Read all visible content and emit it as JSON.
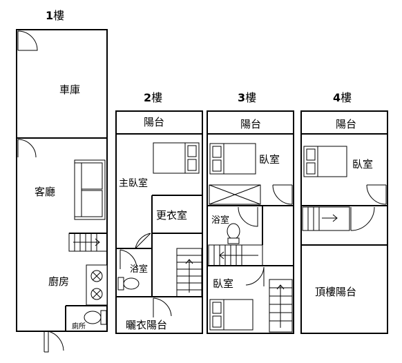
{
  "floors": [
    {
      "number": "1",
      "suffix": "樓",
      "rooms": {
        "garage": "車庫",
        "living": "客廳",
        "kitchen": "廚房",
        "toilet": "廁所"
      }
    },
    {
      "number": "2",
      "suffix": "樓",
      "rooms": {
        "balcony": "陽台",
        "master": "主臥室",
        "closet": "更衣室",
        "bath": "浴室",
        "laundry": "曬衣陽台"
      }
    },
    {
      "number": "3",
      "suffix": "樓",
      "rooms": {
        "balcony": "陽台",
        "bedroom1": "臥室",
        "bath": "浴室",
        "bedroom2": "臥室"
      }
    },
    {
      "number": "4",
      "suffix": "樓",
      "rooms": {
        "balcony": "陽台",
        "bedroom": "臥室",
        "roof": "頂樓陽台"
      }
    }
  ]
}
